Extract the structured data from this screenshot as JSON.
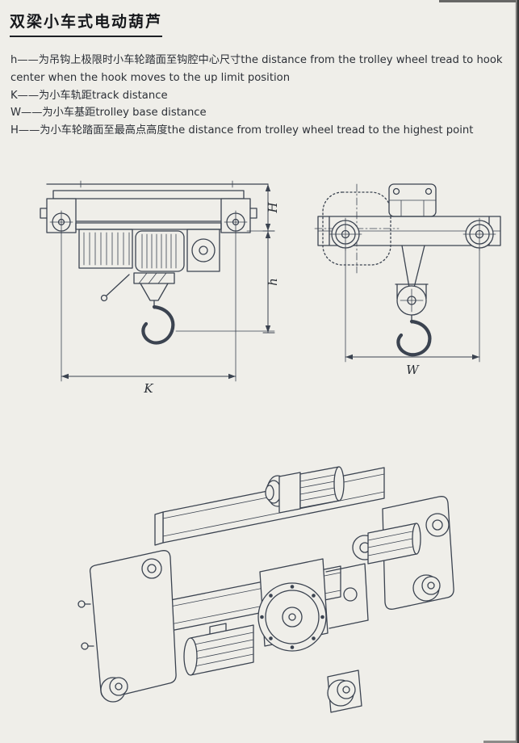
{
  "header": {
    "title": "双梁小车式电动葫芦"
  },
  "notes": {
    "lines": [
      "h——为吊钩上极限时小车轮踏面至钩腔中心尺寸the distance from the trolley wheel tread to hook",
      "center  when the hook moves to the up limit position",
      "K——为小车轨距track distance",
      "W——为小车基距trolley base distance",
      "H——为小车轮踏面至最高点高度the distance from trolley wheel tread to the highest point"
    ]
  },
  "dims": {
    "H": "H",
    "h": "h",
    "K": "K",
    "W": "W"
  },
  "colors": {
    "paper": "#efeee9",
    "ink": "#2c3037",
    "line": "#3b4350"
  }
}
